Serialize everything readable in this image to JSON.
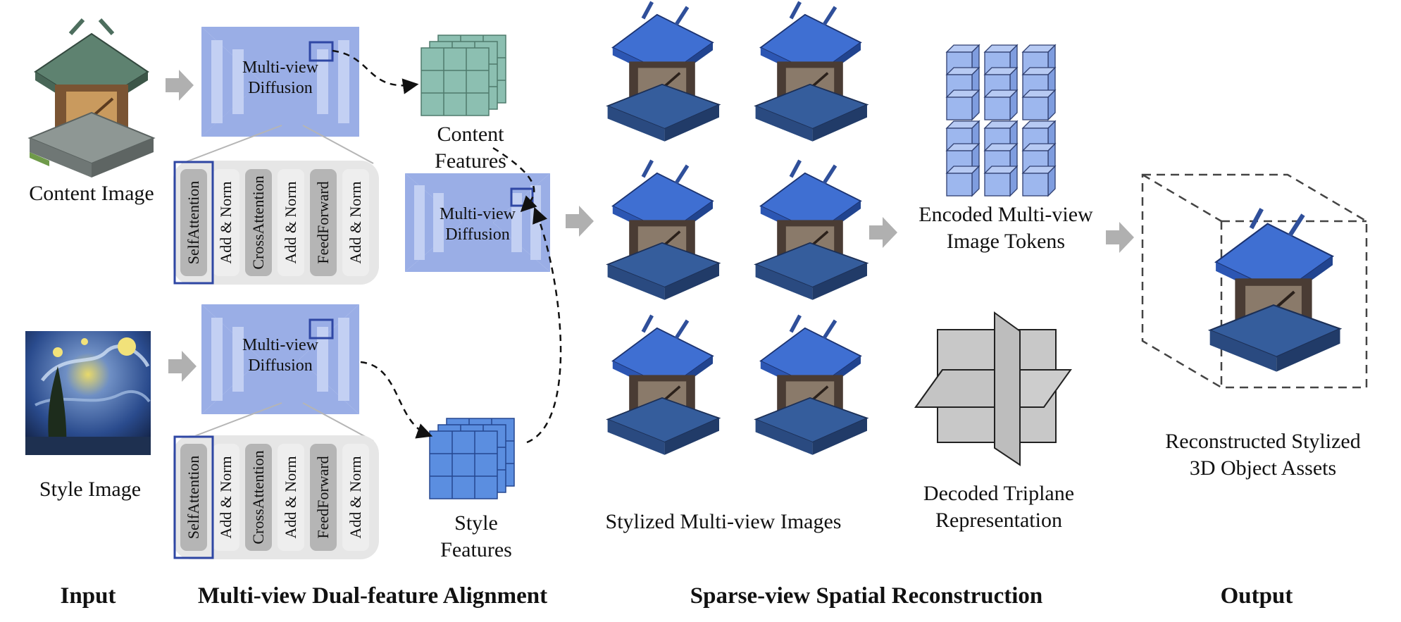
{
  "colors": {
    "net_blue": "#9aaee6",
    "net_bar": "#c3d0f3",
    "highlight_box": "#2f47a4",
    "content_feature": "#8cbfb1",
    "content_feature_stroke": "#4e7a6c",
    "style_feature": "#5b8ee0",
    "style_feature_stroke": "#25478f",
    "token_blue": "#9db7ee",
    "token_stroke": "#2f3f70",
    "triplane_gray": "#c8c8c8",
    "arrow_gray": "#b0b0b0",
    "block_dark": "#b5b5b5",
    "block_light": "#eeeeee",
    "block_panel": "#e6e6e6"
  },
  "input": {
    "content_image_label": "Content Image",
    "style_image_label": "Style Image",
    "content_image_icon": "shrine-icon",
    "style_image_icon": "starry-night-painting-icon"
  },
  "alignment": {
    "net_label_top": "Multi-view\nDiffusion",
    "net_label_mid": "Multi-view\nDiffusion",
    "net_label_bottom": "Multi-view\nDiffusion",
    "blocks_top": [
      "SelfAttention",
      "Add & Norm",
      "CrossAttention",
      "Add & Norm",
      "FeedForward",
      "Add & Norm"
    ],
    "blocks_bottom": [
      "SelfAttention",
      "Add & Norm",
      "CrossAttention",
      "Add & Norm",
      "FeedForward",
      "Add & Norm"
    ],
    "content_features_label": "Content\nFeatures",
    "style_features_label": "Style\nFeatures"
  },
  "reconstruction": {
    "multiview_label": "Stylized Multi-view Images",
    "tokens_label": "Encoded Multi-view\nImage Tokens",
    "triplane_label": "Decoded Triplane\nRepresentation",
    "view_icon": "stylized-shrine-view-icon"
  },
  "output": {
    "label": "Reconstructed Stylized\n3D Object Assets",
    "asset_icon": "stylized-shrine-3d-icon"
  },
  "headings": {
    "input": "Input",
    "alignment": "Multi-view Dual-feature Alignment",
    "reconstruction": "Sparse-view Spatial Reconstruction",
    "output": "Output"
  }
}
